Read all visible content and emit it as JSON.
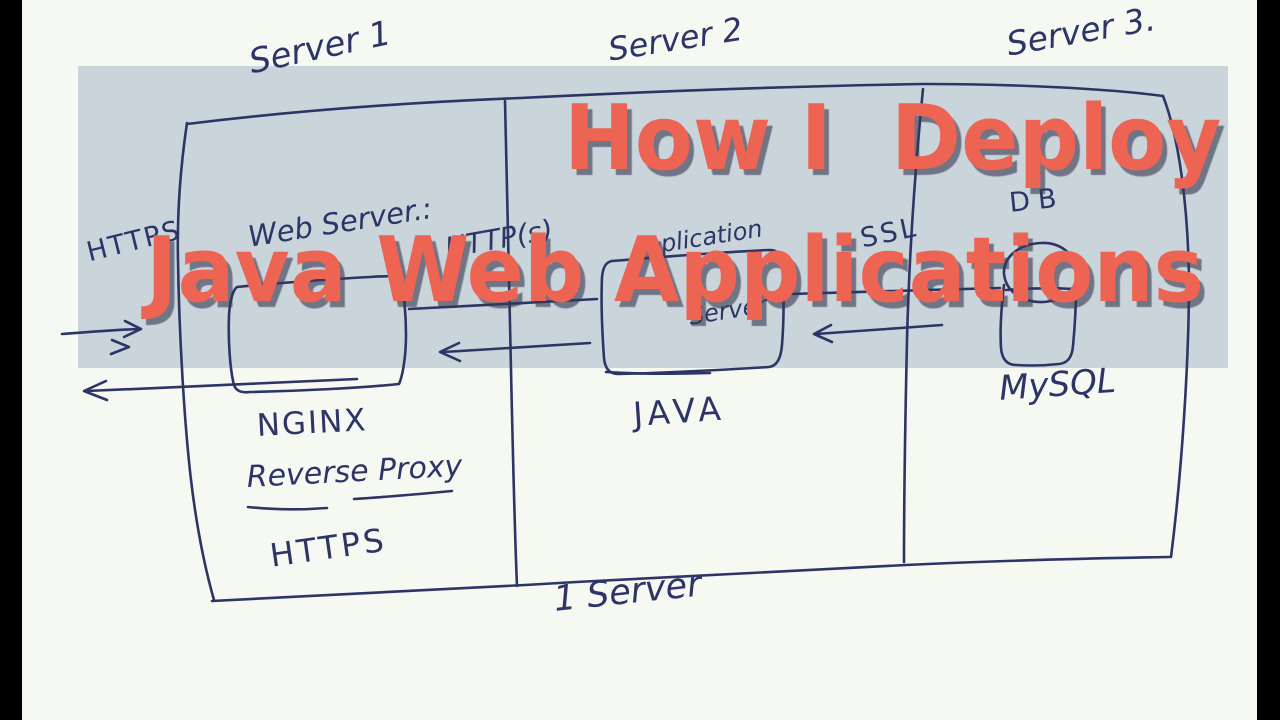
{
  "page": {
    "background_color": "#f6f8f2",
    "letterbox_color": "#000000",
    "ink_color": "#2c3566"
  },
  "title_banner": {
    "line1": "How I  Deploy",
    "line2": "Java Web Applications",
    "text_color": "#ee6452",
    "shadow_color": "#38384f",
    "banner_color": "#c9d5da"
  },
  "diagram": {
    "server1": {
      "heading": "Server 1",
      "box_label": "Web Server.:",
      "stack_label": "NGINX",
      "role_label": "Reverse Proxy",
      "protocol_label": "HTTPS"
    },
    "server2": {
      "heading": "Server 2",
      "box_label_line1": "Application",
      "box_label_line2": "Server",
      "stack_label": "JAVA"
    },
    "server3": {
      "heading": "Server 3.",
      "box_label": "DB",
      "stack_label": "MySQL"
    },
    "connections": {
      "client_to_web": "HTTPS",
      "web_to_app": "HTTP(s)",
      "app_to_db": "SSL"
    },
    "caption": "1 Server"
  }
}
